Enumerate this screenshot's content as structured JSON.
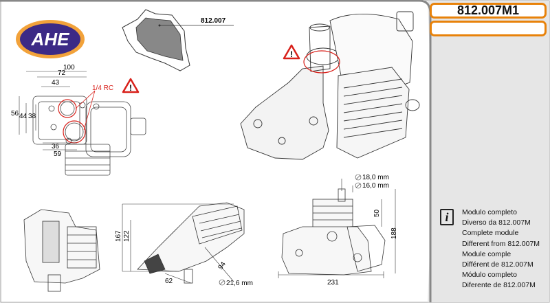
{
  "brand": {
    "logo_text": "AHE"
  },
  "header": {
    "product_code": "812.007M1",
    "secondary_code": ""
  },
  "gasket": {
    "ref": "812.007"
  },
  "callouts": {
    "thread": "1/4 RC"
  },
  "dimensions": {
    "d100": "100",
    "d72": "72",
    "d43": "43",
    "d56": "56",
    "d44": "44",
    "d38": "38",
    "d36": "36",
    "d59": "59",
    "d167": "167",
    "d122": "122",
    "d94": "94",
    "d62": "62",
    "dia216": "21,6 mm",
    "dia18": "18,0 mm",
    "dia16": "16,0 mm",
    "d50": "50",
    "d188": "188",
    "d231": "231"
  },
  "info": {
    "icon": "info-icon",
    "lines": [
      "Modulo completo",
      "Diverso da 812.007M",
      "Complete module",
      "Different from 812.007M",
      "Module comple",
      "Différent de 812.007M",
      "Módulo completo",
      "Diferente de 812.007M"
    ]
  },
  "colors": {
    "accent": "#e8820a",
    "warning": "#d8201a",
    "logo_purple": "#3c2a86",
    "panel": "#e6e6e6"
  }
}
